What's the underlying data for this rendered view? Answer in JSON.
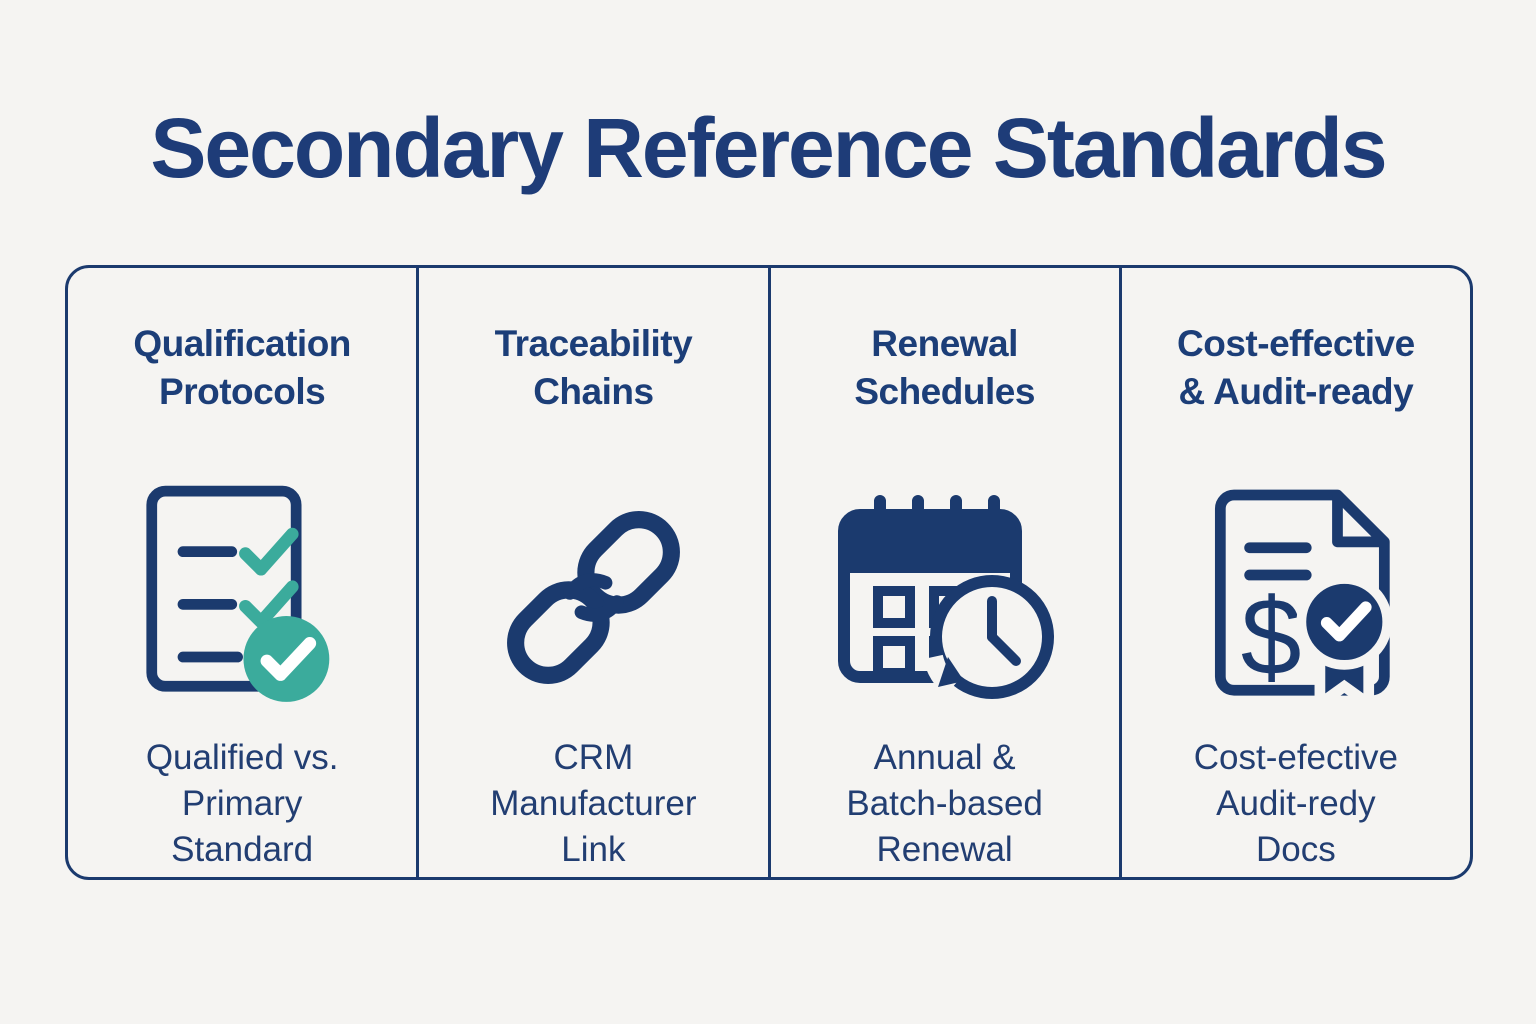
{
  "title": "Secondary Reference Standards",
  "colors": {
    "navy": "#1b3a6e",
    "text_navy": "#1e3c78",
    "teal": "#3bab9c",
    "background": "#f5f4f2"
  },
  "columns": [
    {
      "heading": "Qualification\nProtocols",
      "icon": "checklist-icon",
      "description": "Qualified vs.\nPrimary\nStandard"
    },
    {
      "heading": "Traceability\nChains",
      "icon": "chain-link-icon",
      "description": "CRM\nManufacturer\nLink"
    },
    {
      "heading": "Renewal\nSchedules",
      "icon": "calendar-renewal-icon",
      "description": "Annual &\nBatch-based\nRenewal"
    },
    {
      "heading": "Cost-effective\n& Audit-ready",
      "icon": "certificate-dollar-icon",
      "description": "Cost-efective\nAudit-redy\nDocs"
    }
  ]
}
